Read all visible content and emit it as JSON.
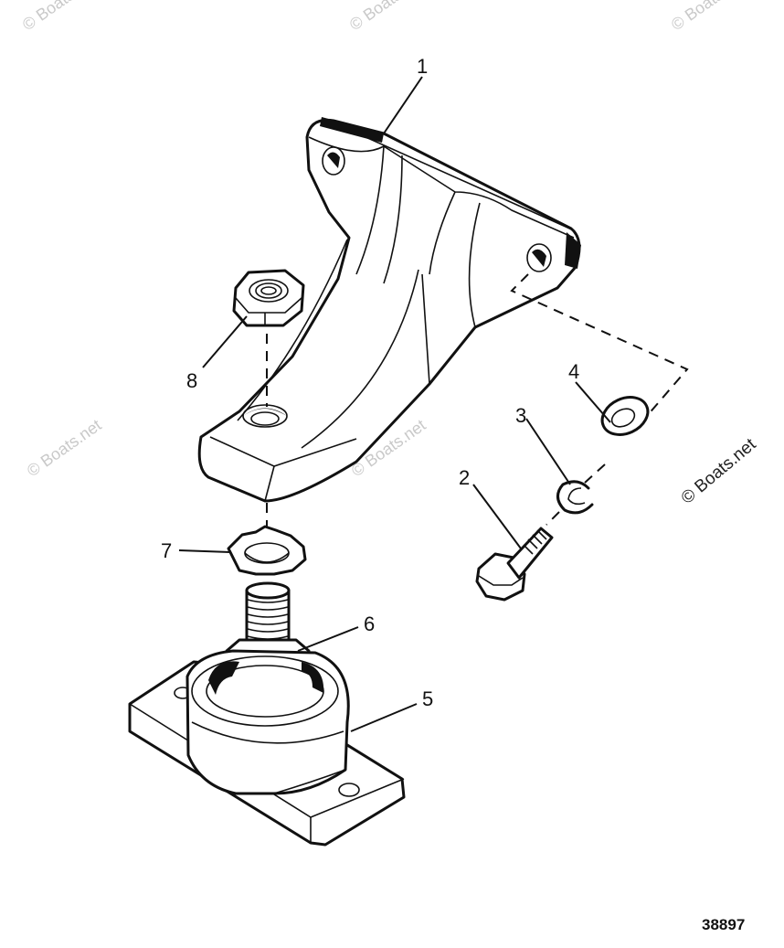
{
  "callouts": {
    "c1": "1",
    "c2": "2",
    "c3": "3",
    "c4": "4",
    "c5": "5",
    "c6": "6",
    "c7": "7",
    "c8": "8"
  },
  "figure_number": "38897",
  "watermarks": {
    "faint": "© Boats.net",
    "side": "© Boats.net"
  },
  "colors": {
    "ink": "#111111",
    "watermark": "#c9c9c9",
    "background": "#ffffff"
  }
}
